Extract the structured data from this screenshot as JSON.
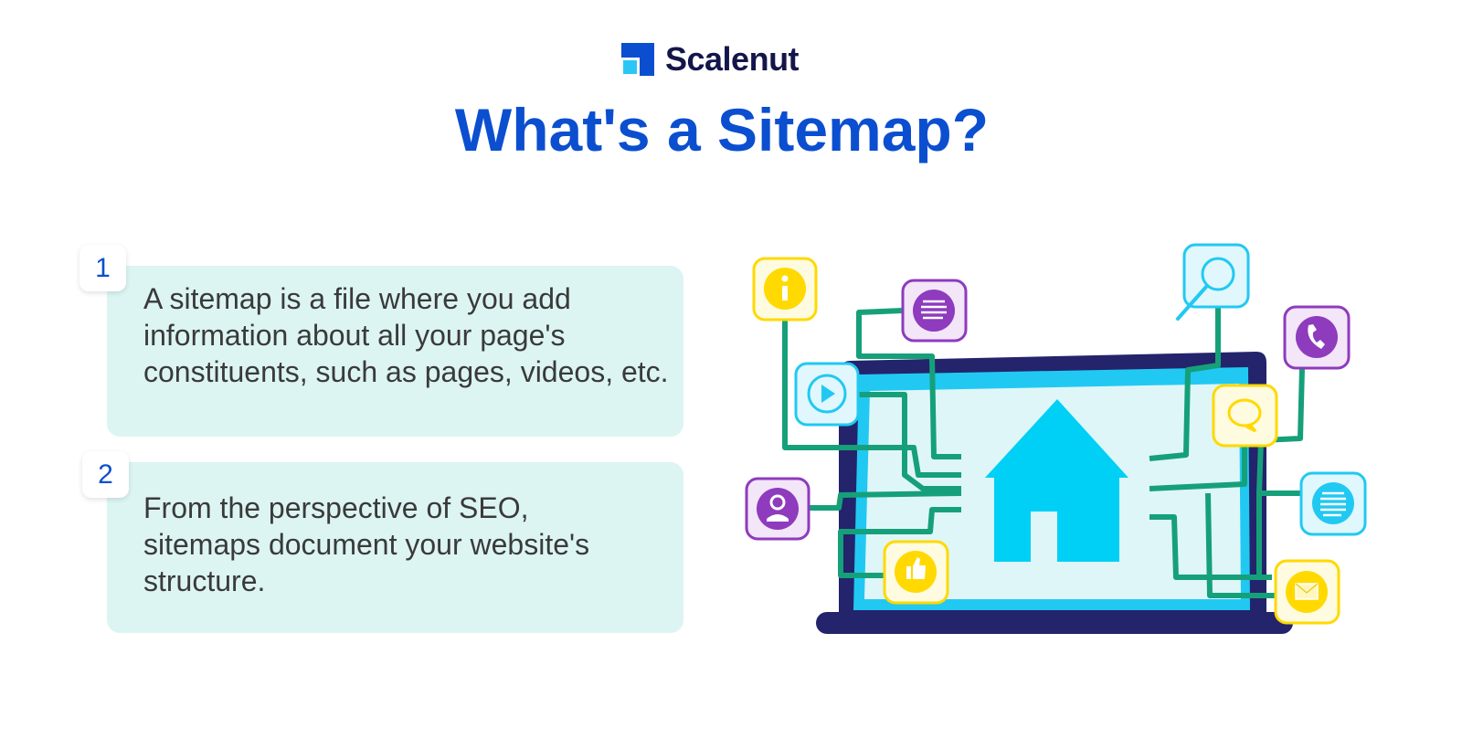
{
  "brand": {
    "name": "Scalenut"
  },
  "title": "What's a Sitemap?",
  "points": [
    {
      "number": "1",
      "text": "A sitemap is a file where you add information about all your page's constituents, such as pages, videos, etc."
    },
    {
      "number": "2",
      "text": "From the perspective of SEO, sitemaps document your website's structure."
    }
  ],
  "colors": {
    "accent": "#0b4fd0",
    "card": "#dcf5f3",
    "line": "#16a07a",
    "screen": "#21c9f2",
    "laptop": "#23246b",
    "yellow": "#ffd900",
    "purple": "#8e3bbd"
  }
}
